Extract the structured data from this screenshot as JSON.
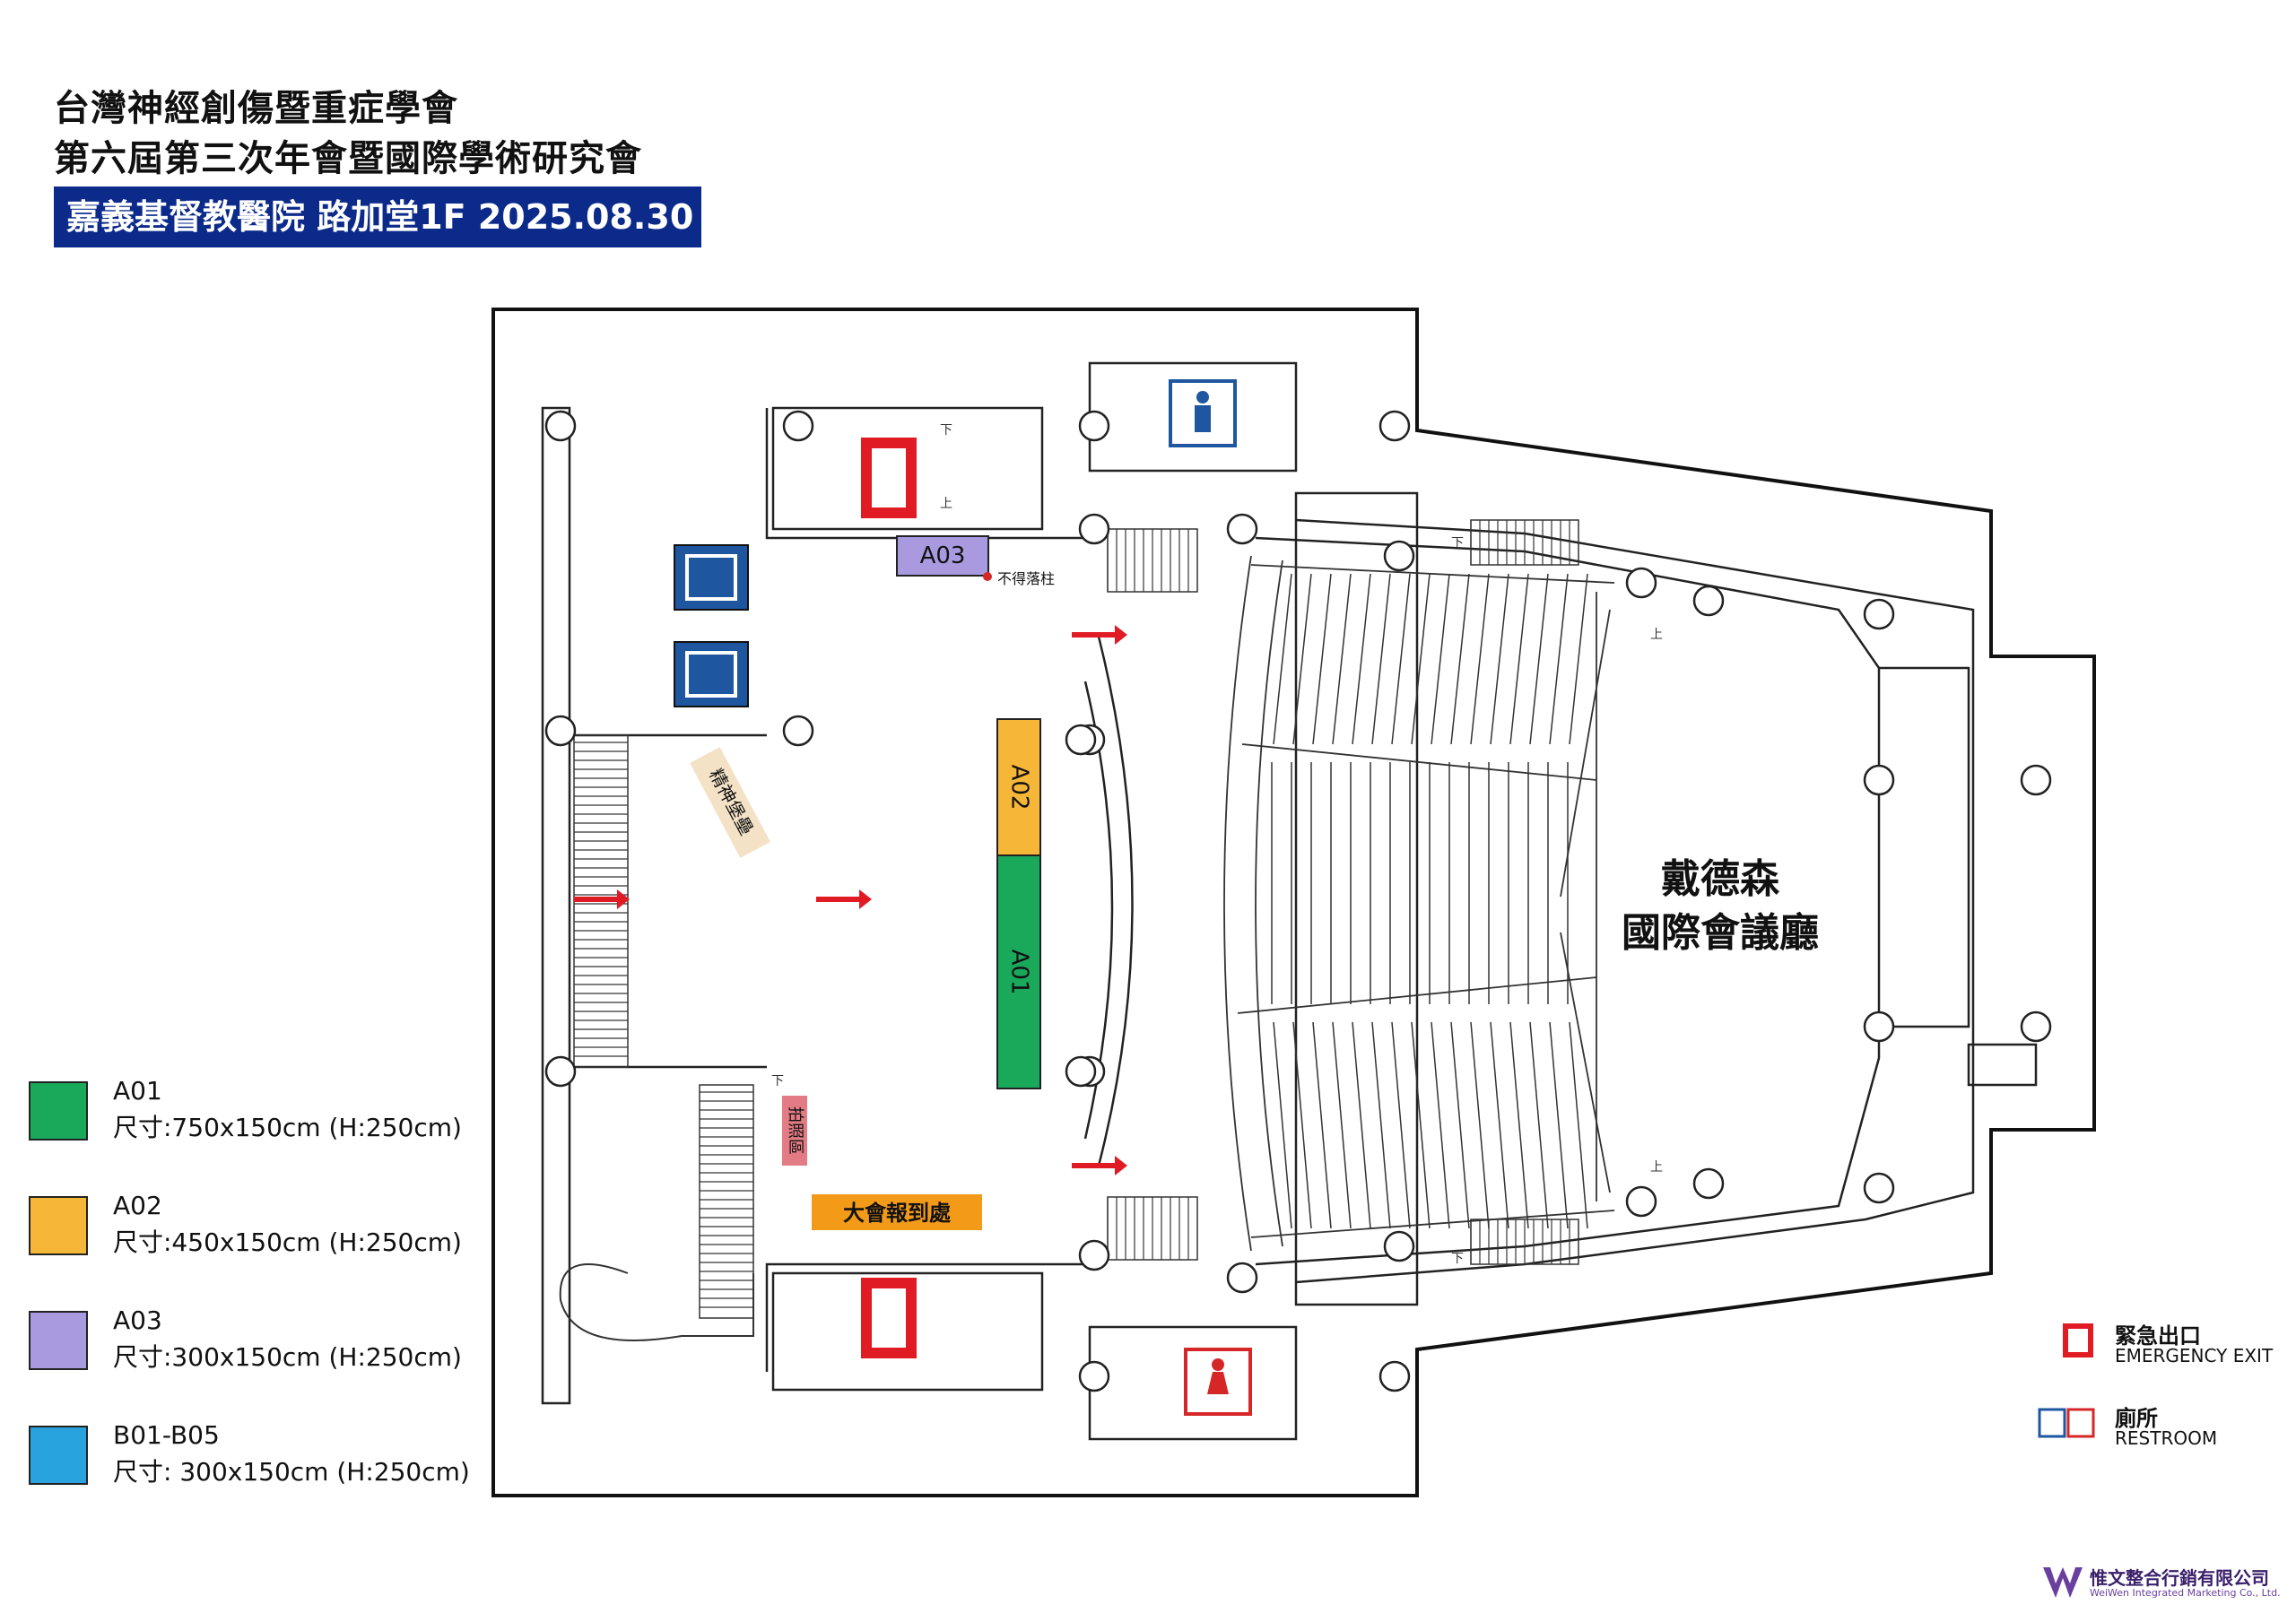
{
  "header": {
    "title_line1": "台灣神經創傷暨重症學會",
    "title_line2": "第六屆第三次年會暨國際學術研究會",
    "venue_date": "嘉義基督教醫院 路加堂1F  2025.08.30"
  },
  "floorplan": {
    "hall_name_line1": "戴德森",
    "hall_name_line2": "國際會議廳",
    "booth_a01": "A01",
    "booth_a02": "A02",
    "booth_a03": "A03",
    "no_pillar_note": "不得落柱",
    "spirit_fortress": "精神堡壘",
    "photo_area": "拍照區",
    "registration": "大會報到處",
    "stair_up": "上",
    "stair_down": "下",
    "icons": [
      "emergency-exit-icon",
      "elevator-icon",
      "restroom-male-icon",
      "restroom-female-icon",
      "direction-arrow-icon"
    ]
  },
  "legend": [
    {
      "code": "A01",
      "size": "尺寸:750x150cm (H:250cm)",
      "color": "#1aa85b"
    },
    {
      "code": "A02",
      "size": "尺寸:450x150cm (H:250cm)",
      "color": "#f6b638"
    },
    {
      "code": "A03",
      "size": "尺寸:300x150cm (H:250cm)",
      "color": "#a99ae0"
    },
    {
      "code": "B01-B05",
      "size": "尺寸: 300x150cm (H:250cm)",
      "color": "#29a3de"
    }
  ],
  "map_key": {
    "exit_cn": "緊急出口",
    "exit_en": "EMERGENCY EXIT",
    "restroom_cn": "廁所",
    "restroom_en": "RESTROOM"
  },
  "company": {
    "name_cn": "惟文整合行銷有限公司",
    "name_en": "WeiWen Integrated Marketing Co., Ltd."
  },
  "colors": {
    "title_bar": "#0b2a8a",
    "exit_red": "#e01b24",
    "elevator_blue": "#1e56a0",
    "registration_orange": "#f39a18",
    "spirit_beige": "#f4e2c6",
    "photo_pink": "#e37b84"
  }
}
